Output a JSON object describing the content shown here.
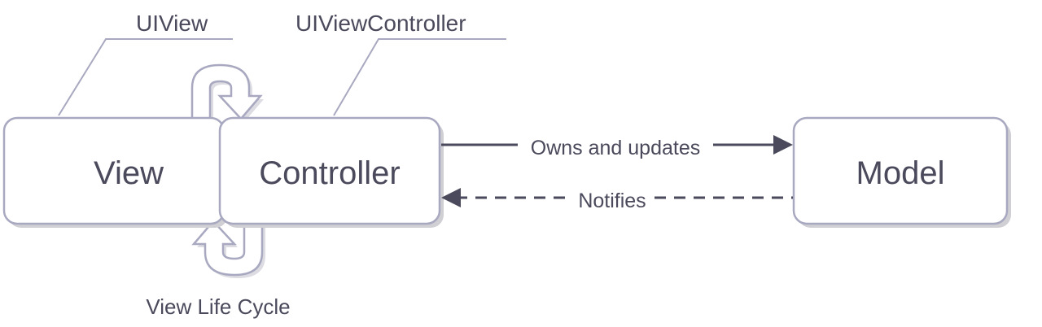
{
  "nodes": {
    "view": "View",
    "controller": "Controller",
    "model": "Model"
  },
  "annotations": {
    "uiview": "UIView",
    "uiviewcontroller": "UIViewController",
    "lifecycle": "View Life Cycle"
  },
  "edges": {
    "owns": "Owns and updates",
    "notifies": "Notifies"
  },
  "colors": {
    "box_stroke": "#a8a8c0",
    "box_fill": "#ffffff",
    "shadow": "#c9c9cc",
    "text": "#4a4a5c",
    "arrow": "#4a4a5c",
    "callout_line": "#a8a8c0"
  }
}
